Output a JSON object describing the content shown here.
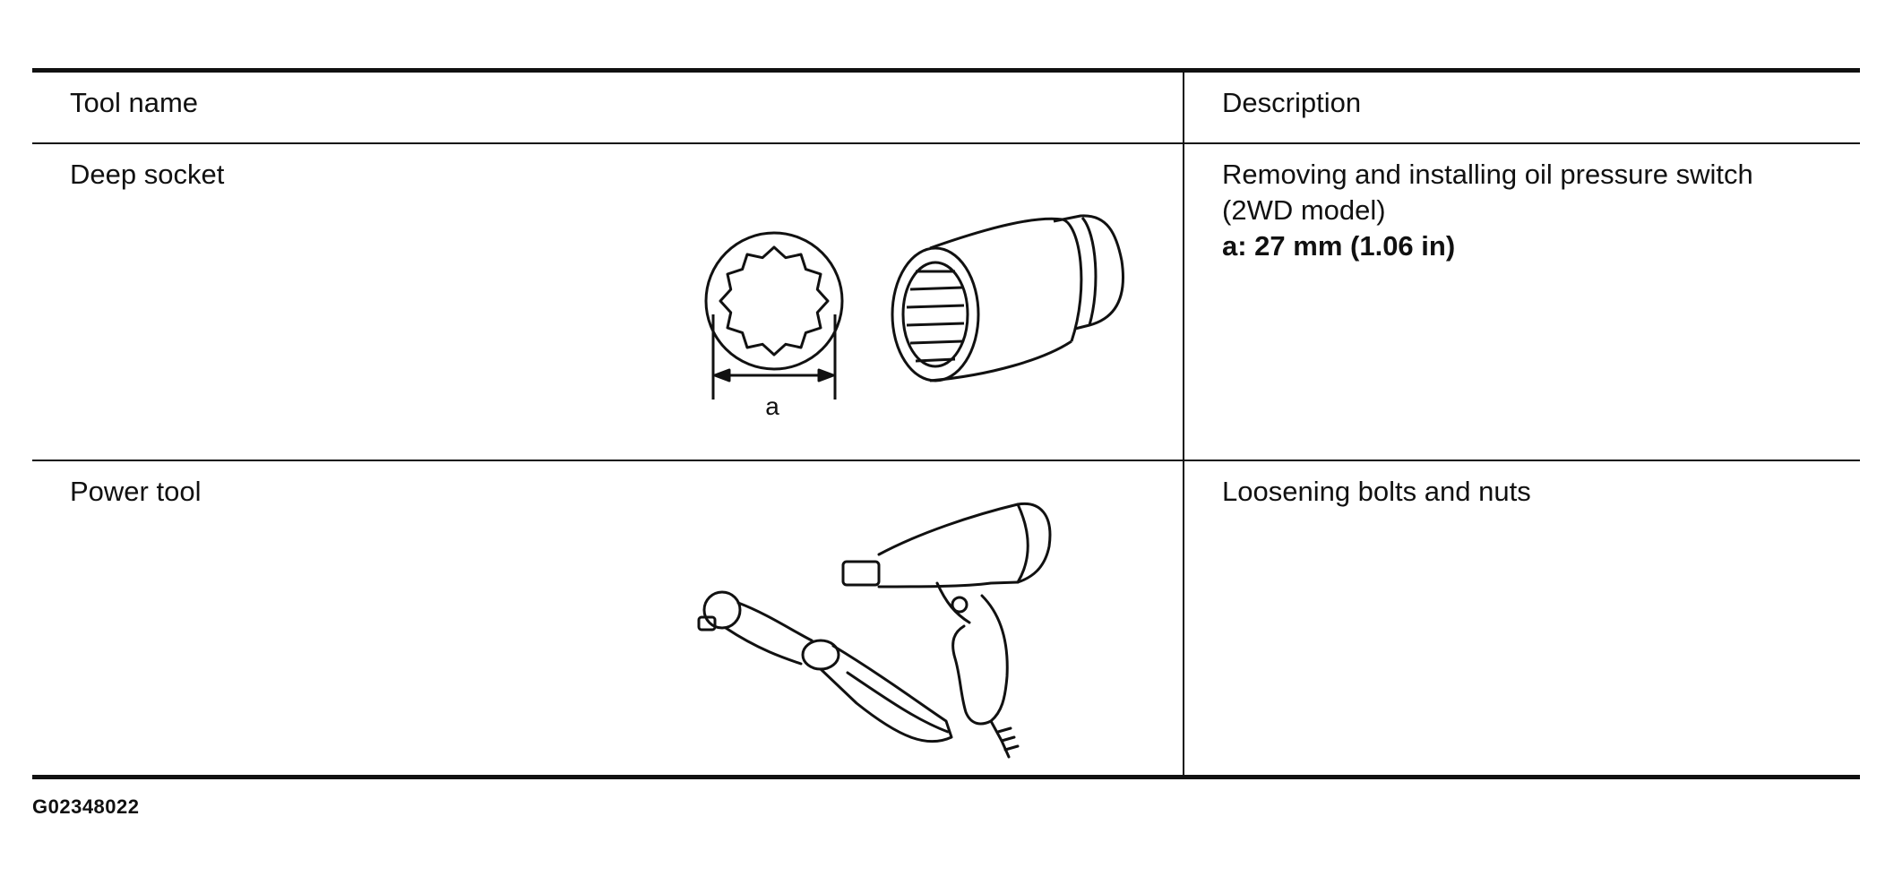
{
  "table": {
    "headers": {
      "tool_name": "Tool name",
      "description": "Description"
    },
    "rows": [
      {
        "tool_name": "Deep socket",
        "description_line1": "Removing and installing oil pressure switch",
        "description_line2": "(2WD model)",
        "spec": "a: 27 mm (1.06 in)",
        "dimension_label": "a",
        "illustration": "deep-socket-icon"
      },
      {
        "tool_name": "Power tool",
        "description_line1": "Loosening bolts and nuts",
        "illustration": "power-tool-icon"
      }
    ]
  },
  "figure_code": "G02348022"
}
